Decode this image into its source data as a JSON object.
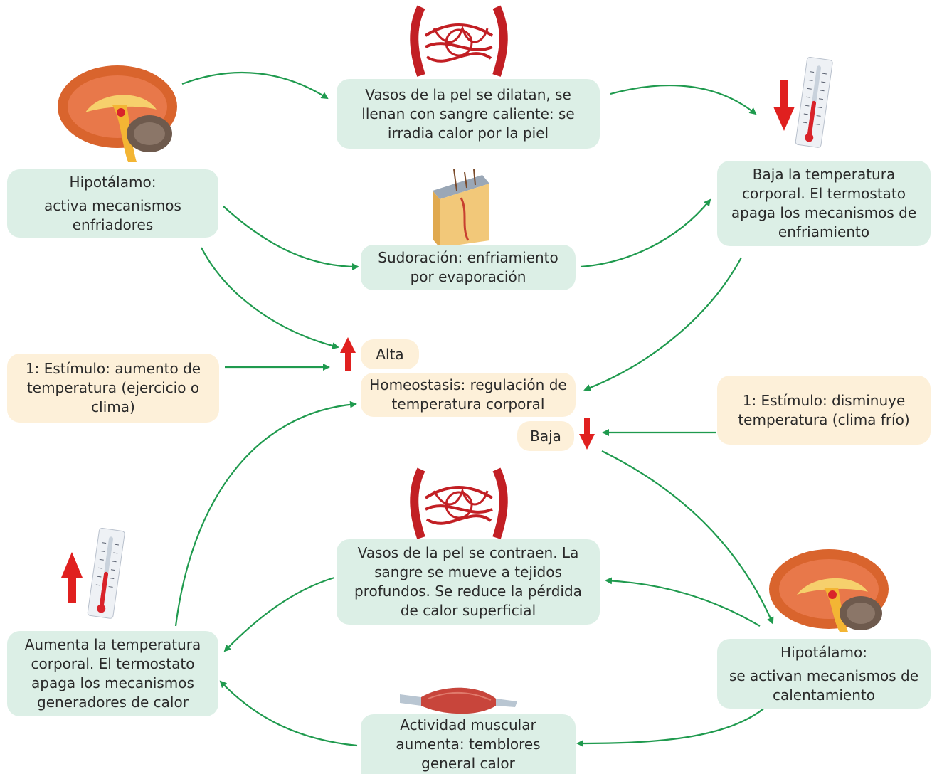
{
  "colors": {
    "arrow": "#1f9a4e",
    "red_arrow": "#e0201f",
    "green_box": "#dcefe6",
    "peach_box": "#fdf0d9"
  },
  "boxes": {
    "hipotalamo_top": {
      "title": "Hipotálamo:",
      "text": "activa mecanismos enfriadores"
    },
    "vasos_dilatan": {
      "text": "Vasos de la pel se dilatan, se llenan con sangre caliente: se irradia calor por la piel"
    },
    "sudoracion": {
      "text": "Sudoración: enfriamiento por evaporación"
    },
    "baja_temp": {
      "text": "Baja la temperatura corporal. El termostato apaga los mecanismos de enfriamiento"
    },
    "estimulo_aumento": {
      "text": "1: Estímulo: aumento de temperatura (ejercicio o clima)"
    },
    "alta": {
      "text": "Alta"
    },
    "homeostasis": {
      "text": "Homeostasis: regulación de temperatura corporal"
    },
    "baja": {
      "text": "Baja"
    },
    "estimulo_disminuye": {
      "text": "1: Estímulo: disminuye temperatura (clima frío)"
    },
    "vasos_contraen": {
      "text": "Vasos de la pel se contraen. La sangre se mueve a tejidos profundos. Se reduce la pérdida de calor superficial"
    },
    "aumenta_temp": {
      "text": "Aumenta la temperatura corporal. El termostato apaga los mecanismos generadores de calor"
    },
    "hipotalamo_bottom": {
      "title": "Hipotálamo:",
      "text": "se activan mecanismos de calentamiento"
    },
    "actividad_muscular": {
      "text": "Actividad muscular aumenta: temblores general calor"
    }
  },
  "icons": [
    "brain-icon",
    "blood-vessels-icon",
    "thermometer-icon",
    "skin-layers-icon",
    "muscle-icon",
    "red-arrow-up-icon",
    "red-arrow-down-icon"
  ]
}
